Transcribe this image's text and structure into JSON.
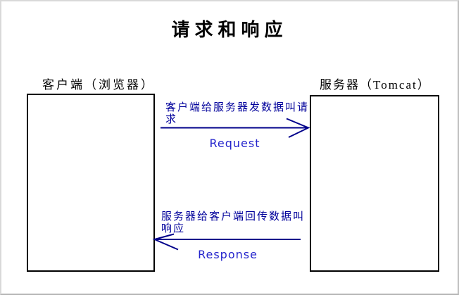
{
  "diagram": {
    "title": "请求和响应",
    "client": {
      "label": "客户端（浏览器）"
    },
    "server": {
      "label": "服务器（Tomcat）"
    },
    "request": {
      "annotation_line1": "客户端给服务器发数据叫请",
      "annotation_line2": "求",
      "label": "Request"
    },
    "response": {
      "annotation_line1": "服务器给客户端回传数据叫",
      "annotation_line2": "响应",
      "label": "Response"
    },
    "colors": {
      "title": "#000000",
      "box_border": "#000000",
      "arrow": "#00008b",
      "annotation": "#00009b",
      "label_en": "#2323cc"
    }
  }
}
